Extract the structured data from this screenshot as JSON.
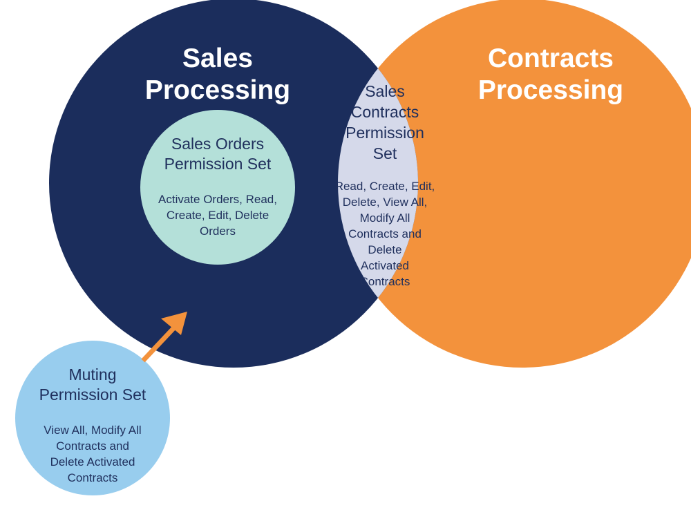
{
  "colors": {
    "sales_circle": "#1b2d5c",
    "contracts_circle": "#f3923c",
    "overlap": "#d5d9ea",
    "sales_orders_circle": "#b4e0d9",
    "muting_circle": "#98cdee",
    "arrow": "#f3923c",
    "dark_text": "#1f2f5c",
    "light_text": "#ffffff"
  },
  "sales_processing": {
    "title_lines": [
      "Sales",
      "Processing"
    ]
  },
  "contracts_processing": {
    "title_lines": [
      "Contracts",
      "Processing"
    ]
  },
  "sales_orders": {
    "title_lines": [
      "Sales Orders",
      "Permission Set"
    ],
    "desc_lines": [
      "Activate Orders, Read,",
      "Create, Edit, Delete",
      "Orders"
    ]
  },
  "sales_contracts": {
    "title_lines": [
      "Sales",
      "Contracts",
      "Permission",
      "Set"
    ],
    "desc_lines": [
      "Read, Create, Edit,",
      "Delete, View All,",
      "Modify All",
      "Contracts and",
      "Delete",
      "Activated",
      "Contracts"
    ]
  },
  "muting": {
    "title_lines": [
      "Muting",
      "Permission Set"
    ],
    "desc_lines": [
      "View All, Modify All",
      "Contracts and",
      "Delete Activated",
      "Contracts"
    ]
  }
}
